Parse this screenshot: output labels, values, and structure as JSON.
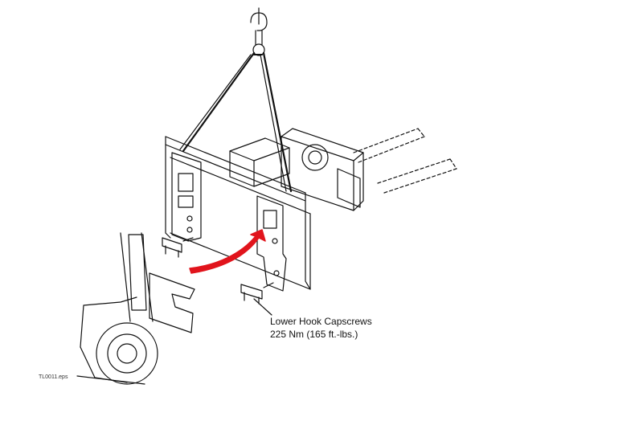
{
  "callout": {
    "line1": "Lower Hook Capscrews",
    "line2": "225 Nm (165 ft.-lbs.)"
  },
  "file_label": "TL0011.eps",
  "colors": {
    "line": "#111111",
    "arrow": "#e1141c",
    "background": "#ffffff"
  }
}
